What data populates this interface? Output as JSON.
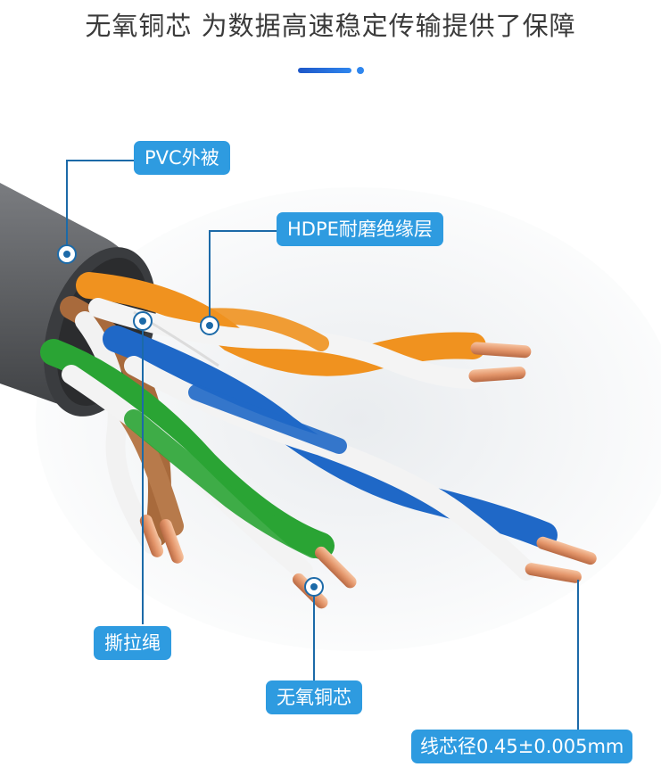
{
  "heading": "无氧铜芯 为数据高速稳定传输提供了保障",
  "labels": {
    "pvc_jacket": "PVC外被",
    "hdpe_insulation": "HDPE耐磨绝缘层",
    "rip_cord": "撕拉绳",
    "copper_core": "无氧铜芯",
    "core_diameter": "线芯径0.45±0.005mm"
  },
  "colors": {
    "tag_blue": "#2e9be0",
    "jacket_gray": "#5d5f62",
    "orange_pair": "#f0921f",
    "blue_pair": "#1f68c7",
    "green_pair": "#2aa434",
    "brown_pair": "#a86a3c",
    "copper": "#e3956a"
  }
}
